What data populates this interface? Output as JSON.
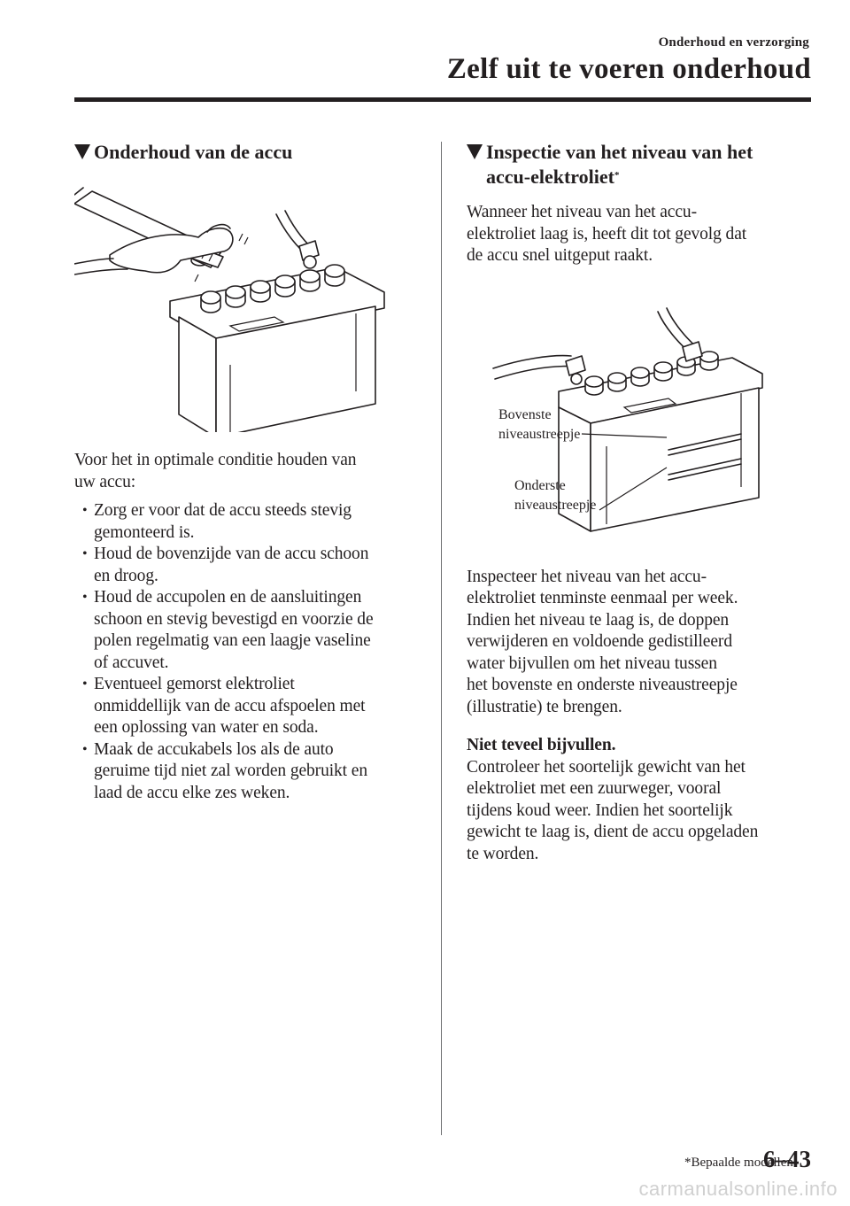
{
  "header": {
    "section": "Onderhoud en verzorging",
    "title": "Zelf uit te voeren onderhoud"
  },
  "left": {
    "heading": "Onderhoud van de accu",
    "intro": [
      "Voor het in optimale conditie houden van",
      "uw accu:"
    ],
    "bullets": [
      [
        "Zorg er voor dat de accu steeds stevig",
        "gemonteerd is."
      ],
      [
        "Houd de bovenzijde van de accu schoon",
        "en droog."
      ],
      [
        "Houd de accupolen en de aansluitingen",
        "schoon en stevig bevestigd en voorzie de",
        "polen regelmatig van een laagje vaseline",
        "of accuvet."
      ],
      [
        "Eventueel gemorst elektroliet",
        "onmiddellijk van de accu afspoelen met",
        "een oplossing van water en soda."
      ],
      [
        "Maak de accukabels los als de auto",
        "geruime tijd niet zal worden gebruikt en",
        "laad de accu elke zes weken."
      ]
    ],
    "bullet_symbol": "•"
  },
  "right": {
    "heading_line1": "Inspectie van het niveau van het",
    "heading_line2": "accu-elektroliet",
    "heading_mark": "*",
    "intro": [
      "Wanneer het niveau van het accu-",
      "elektroliet laag is, heeft dit tot gevolg dat",
      "de accu snel uitgeput raakt."
    ],
    "figure_labels": {
      "upper_line1": "Bovenste",
      "upper_line2": "niveaustreepje",
      "lower_line1": "Onderste",
      "lower_line2": "niveaustreepje"
    },
    "para1": [
      "Inspecteer het niveau van het accu-",
      "elektroliet tenminste eenmaal per week.",
      "Indien het niveau te laag is, de doppen",
      "verwijderen en voldoende gedistilleerd",
      "water bijvullen om het niveau tussen",
      "het bovenste en onderste niveaustreepje",
      "(illustratie) te brengen."
    ],
    "bold_note": "Niet teveel bijvullen.",
    "para2": [
      "Controleer het soortelijk gewicht van het",
      "elektroliet met een zuurweger, vooral",
      "tijdens koud weer. Indien het soortelijk",
      "gewicht te laag is, dient de accu opgeladen",
      "te worden."
    ]
  },
  "footer": {
    "note": "*Bepaalde modellen.",
    "page": "6–43"
  },
  "watermark": "carmanualsonline.info"
}
